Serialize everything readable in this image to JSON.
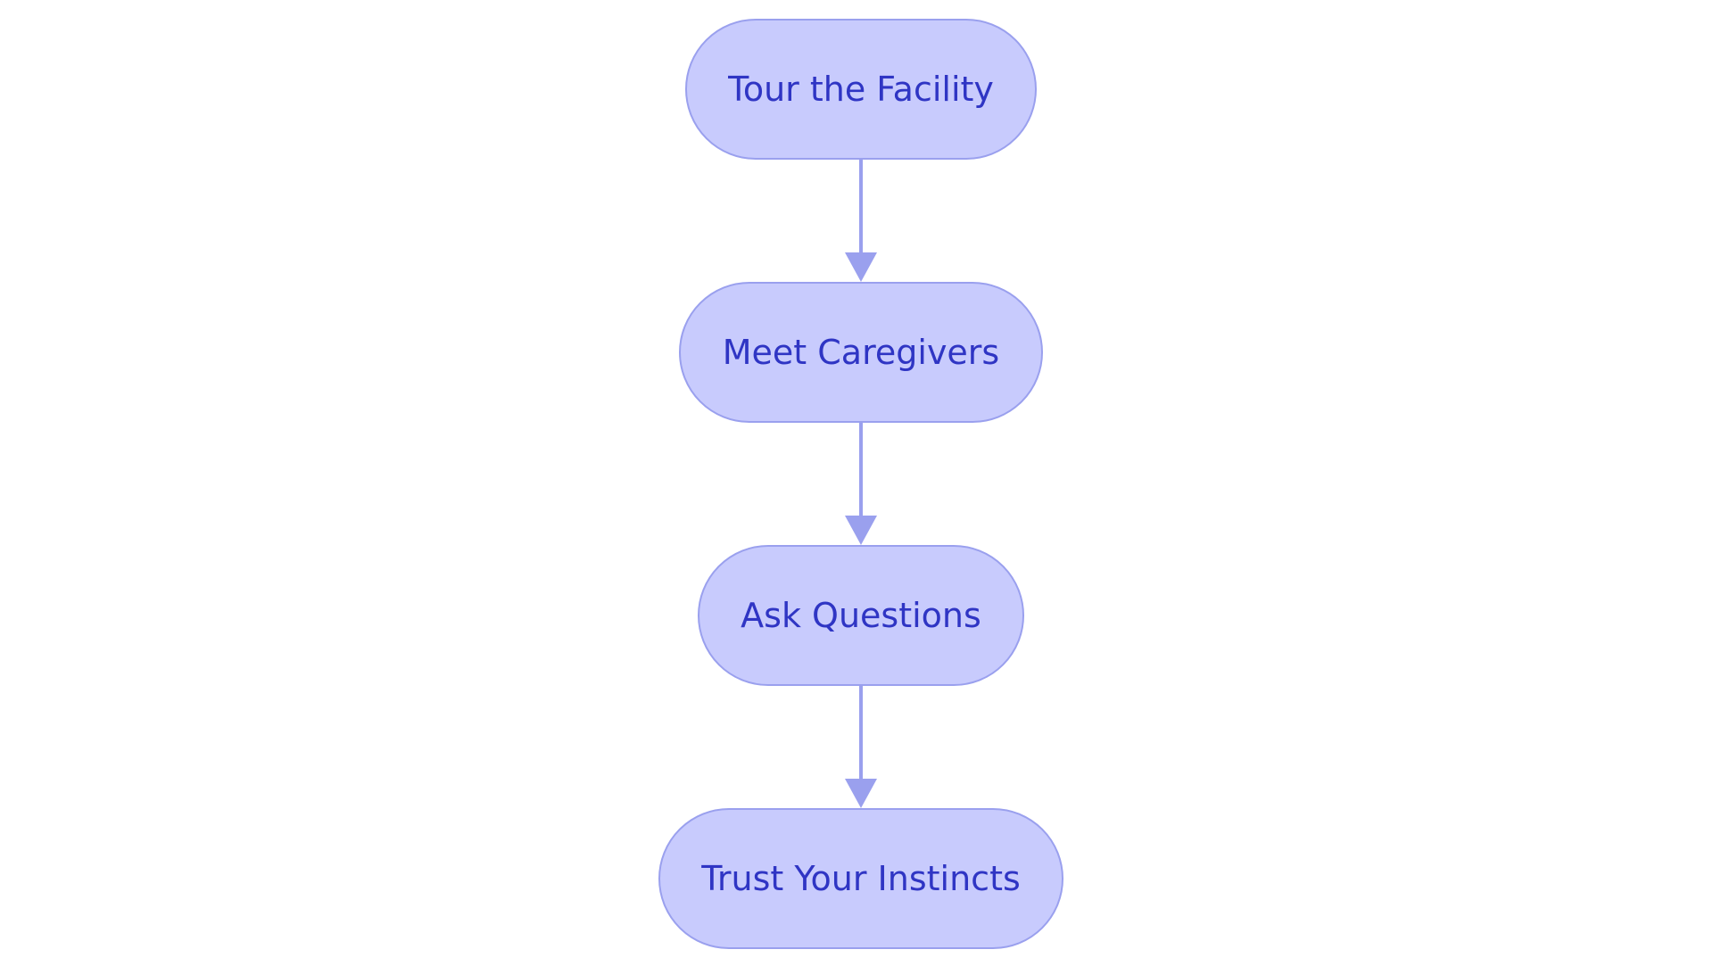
{
  "diagram": {
    "type": "flowchart",
    "direction": "top-to-bottom",
    "nodes": [
      {
        "id": "tour",
        "label": "Tour the Facility"
      },
      {
        "id": "meet",
        "label": "Meet Caregivers"
      },
      {
        "id": "ask",
        "label": "Ask Questions"
      },
      {
        "id": "trust",
        "label": "Trust Your Instincts"
      }
    ],
    "edges": [
      {
        "from": "tour",
        "to": "meet"
      },
      {
        "from": "meet",
        "to": "ask"
      },
      {
        "from": "ask",
        "to": "trust"
      }
    ],
    "colors": {
      "node_fill": "#c8cbfd",
      "node_stroke": "#9aa0ee",
      "node_text": "#2f35c4",
      "edge": "#9aa0ee",
      "background": "#ffffff"
    }
  }
}
